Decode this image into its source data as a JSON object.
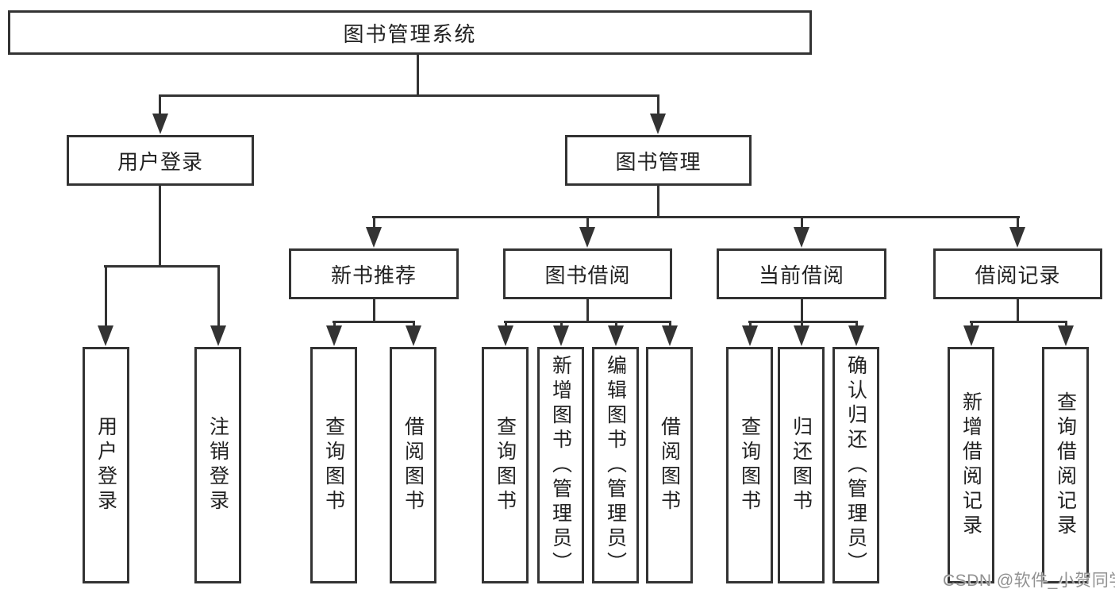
{
  "diagram": {
    "title": "图书管理系统",
    "root": {
      "label": "图书管理系统"
    },
    "level2": [
      {
        "label": "用户登录"
      },
      {
        "label": "图书管理"
      }
    ],
    "level3": [
      {
        "label": "新书推荐"
      },
      {
        "label": "图书借阅"
      },
      {
        "label": "当前借阅"
      },
      {
        "label": "借阅记录"
      }
    ],
    "leaves": [
      {
        "label": "用户登录"
      },
      {
        "label": "注销登录"
      },
      {
        "label": "查询图书"
      },
      {
        "label": "借阅图书"
      },
      {
        "label": "查询图书"
      },
      {
        "label": "新增图书（管理员）"
      },
      {
        "label": "编辑图书（管理员）"
      },
      {
        "label": "借阅图书"
      },
      {
        "label": "查询图书"
      },
      {
        "label": "归还图书"
      },
      {
        "label": "确认归还（管理员）"
      },
      {
        "label": "新增借阅记录"
      },
      {
        "label": "查询借阅记录"
      }
    ]
  },
  "watermark": {
    "text": "CSDN @软件_小贺同学"
  },
  "colors": {
    "line": "#333333",
    "text": "#222222",
    "watermark": "#919191",
    "background": "#ffffff"
  }
}
